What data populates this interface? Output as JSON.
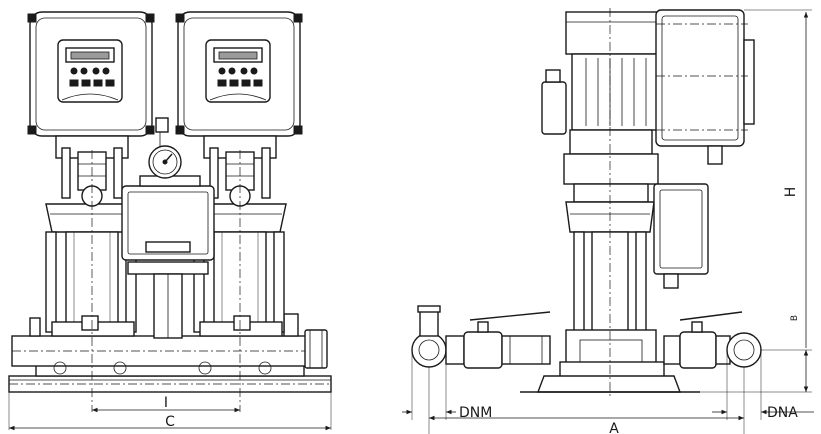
{
  "labels": {
    "I": "I",
    "C": "C",
    "DNM": "DNM",
    "A": "A",
    "DNA": "DNA",
    "H": "H",
    "B": "B"
  },
  "views": [
    "front-view",
    "side-view"
  ],
  "colors": {
    "line": "#1a1a1a",
    "background": "#ffffff",
    "shade": "#9a9a9a"
  }
}
